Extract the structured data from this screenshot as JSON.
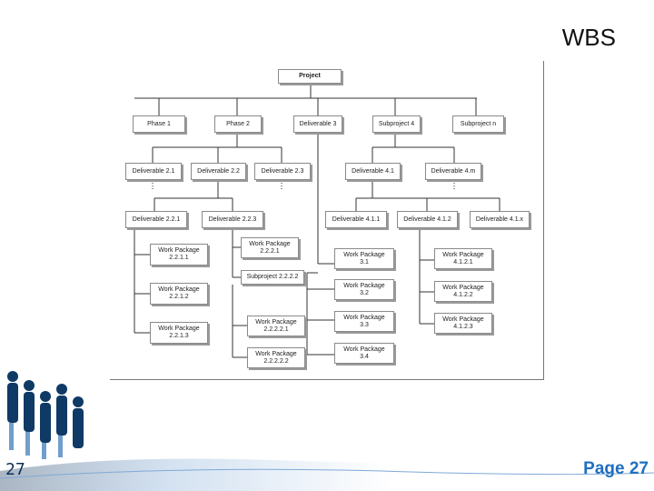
{
  "slide": {
    "title": "WBS",
    "slide_number": "27",
    "page_label": "Page 27"
  },
  "colors": {
    "accent": "#1f6fbf",
    "footer_dark": "#0d2f55",
    "node_border": "#8a8a8a"
  },
  "wbs": {
    "root": "Project",
    "level1": [
      "Phase 1",
      "Phase 2",
      "Deliverable 3",
      "Subproject 4",
      "Subproject n"
    ],
    "level2": [
      "Deliverable 2.1",
      "Deliverable 2.2",
      "Deliverable 2.3",
      "Deliverable 4.1",
      "Deliverable 4.m"
    ],
    "level3": [
      "Deliverable 2.2.1",
      "Deliverable 2.2.3",
      "Deliverable 4.1.1",
      "Deliverable 4.1.2",
      "Deliverable 4.1.x"
    ],
    "work_packages": {
      "wp_2211": [
        "Work Package",
        "2.2.1.1"
      ],
      "wp_2212": [
        "Work Package",
        "2.2.1.2"
      ],
      "wp_2213": [
        "Work Package",
        "2.2.1.3"
      ],
      "wp_2221": [
        "Work Package",
        "2.2.2.1"
      ],
      "sub_2222": "Subproject 2.2.2.2",
      "wp_22221": [
        "Work Package",
        "2.2.2.2.1"
      ],
      "wp_22222": [
        "Work Package",
        "2.2.2.2.2"
      ],
      "wp_31": [
        "Work Package",
        "3.1"
      ],
      "wp_32": [
        "Work Package",
        "3.2"
      ],
      "wp_33": [
        "Work Package",
        "3.3"
      ],
      "wp_34": [
        "Work Package",
        "3.4"
      ],
      "wp_4121": [
        "Work Package",
        "4.1.2.1"
      ],
      "wp_4122": [
        "Work Package",
        "4.1.2.2"
      ],
      "wp_4123": [
        "Work Package",
        "4.1.2.3"
      ]
    }
  }
}
